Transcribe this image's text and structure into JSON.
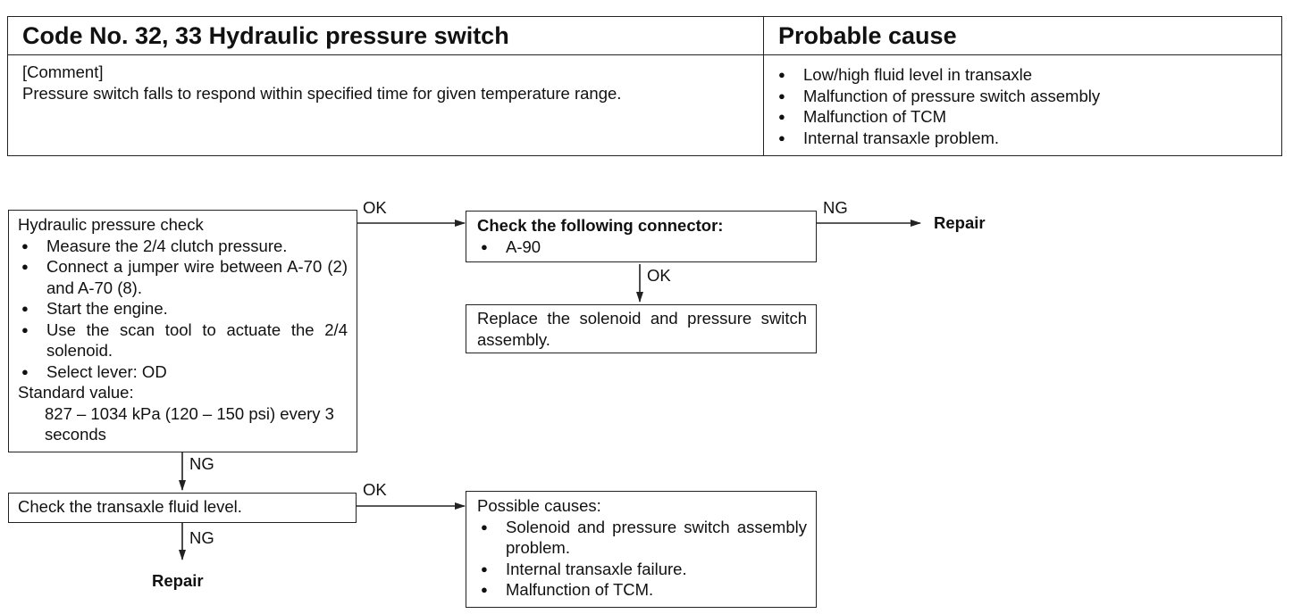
{
  "header": {
    "title": "Code No. 32, 33 Hydraulic pressure switch",
    "cause_title": "Probable cause",
    "comment_label": "[Comment]",
    "comment_text": "Pressure switch falls to respond within specified time for given temperature range.",
    "causes": [
      "Low/high fluid level in transaxle",
      "Malfunction of pressure switch assembly",
      "Malfunction of TCM",
      "Internal transaxle problem."
    ]
  },
  "flow": {
    "pressure_check": {
      "title": "Hydraulic pressure check",
      "steps": [
        "Measure the 2/4 clutch pressure.",
        "Connect a jumper wire between A-70 (2) and A-70 (8).",
        "Start the engine.",
        "Use the scan tool to actuate the 2/4 solenoid.",
        "Select lever: OD"
      ],
      "std_label": "Standard value:",
      "std_value": "827 – 1034 kPa (120 – 150 psi) every 3 seconds"
    },
    "connector_check": {
      "title": "Check the following connector:",
      "item": "A-90"
    },
    "replace_text": "Replace the solenoid and pressure switch assembly.",
    "fluid_check": "Check the transaxle fluid level.",
    "possible": {
      "title": "Possible causes:",
      "items": [
        "Solenoid and pressure switch assembly problem.",
        "Internal transaxle failure.",
        "Malfunction of TCM."
      ]
    },
    "labels": {
      "ok1": "OK",
      "ng1": "NG",
      "ok2": "OK",
      "ng2": "NG",
      "ok3": "OK",
      "ng3": "NG"
    },
    "repair1": "Repair",
    "repair2": "Repair"
  }
}
